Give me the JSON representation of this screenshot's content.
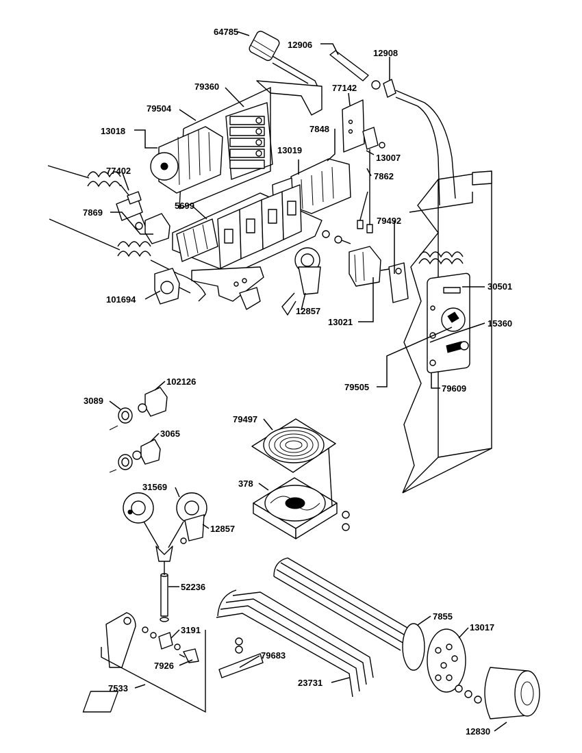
{
  "part_labels": [
    {
      "id": "p64785",
      "text": "64785"
    },
    {
      "id": "p12906",
      "text": "12906"
    },
    {
      "id": "p12908",
      "text": "12908"
    },
    {
      "id": "p79360",
      "text": "79360"
    },
    {
      "id": "p77142",
      "text": "77142"
    },
    {
      "id": "p79504",
      "text": "79504"
    },
    {
      "id": "p13018",
      "text": "13018"
    },
    {
      "id": "p7848",
      "text": "7848"
    },
    {
      "id": "p13019",
      "text": "13019"
    },
    {
      "id": "p13007",
      "text": "13007"
    },
    {
      "id": "p77402",
      "text": "77402"
    },
    {
      "id": "p7862",
      "text": "7862"
    },
    {
      "id": "p5699",
      "text": "5699"
    },
    {
      "id": "p7869",
      "text": "7869"
    },
    {
      "id": "p79492",
      "text": "79492"
    },
    {
      "id": "p30501",
      "text": "30501"
    },
    {
      "id": "p101694",
      "text": "101694"
    },
    {
      "id": "p12857a",
      "text": "12857"
    },
    {
      "id": "p15360",
      "text": "15360"
    },
    {
      "id": "p13021",
      "text": "13021"
    },
    {
      "id": "p79505",
      "text": "79505"
    },
    {
      "id": "p79609",
      "text": "79609"
    },
    {
      "id": "p102126",
      "text": "102126"
    },
    {
      "id": "p3089",
      "text": "3089"
    },
    {
      "id": "p79497",
      "text": "79497"
    },
    {
      "id": "p3065",
      "text": "3065"
    },
    {
      "id": "p378",
      "text": "378"
    },
    {
      "id": "p31569",
      "text": "31569"
    },
    {
      "id": "p12857b",
      "text": "12857"
    },
    {
      "id": "p52236",
      "text": "52236"
    },
    {
      "id": "p7855",
      "text": "7855"
    },
    {
      "id": "p13017",
      "text": "13017"
    },
    {
      "id": "p3191",
      "text": "3191"
    },
    {
      "id": "p79683",
      "text": "79683"
    },
    {
      "id": "p7926",
      "text": "7926"
    },
    {
      "id": "p23731",
      "text": "23731"
    },
    {
      "id": "p7533",
      "text": "7533"
    },
    {
      "id": "p12830",
      "text": "12830"
    }
  ]
}
